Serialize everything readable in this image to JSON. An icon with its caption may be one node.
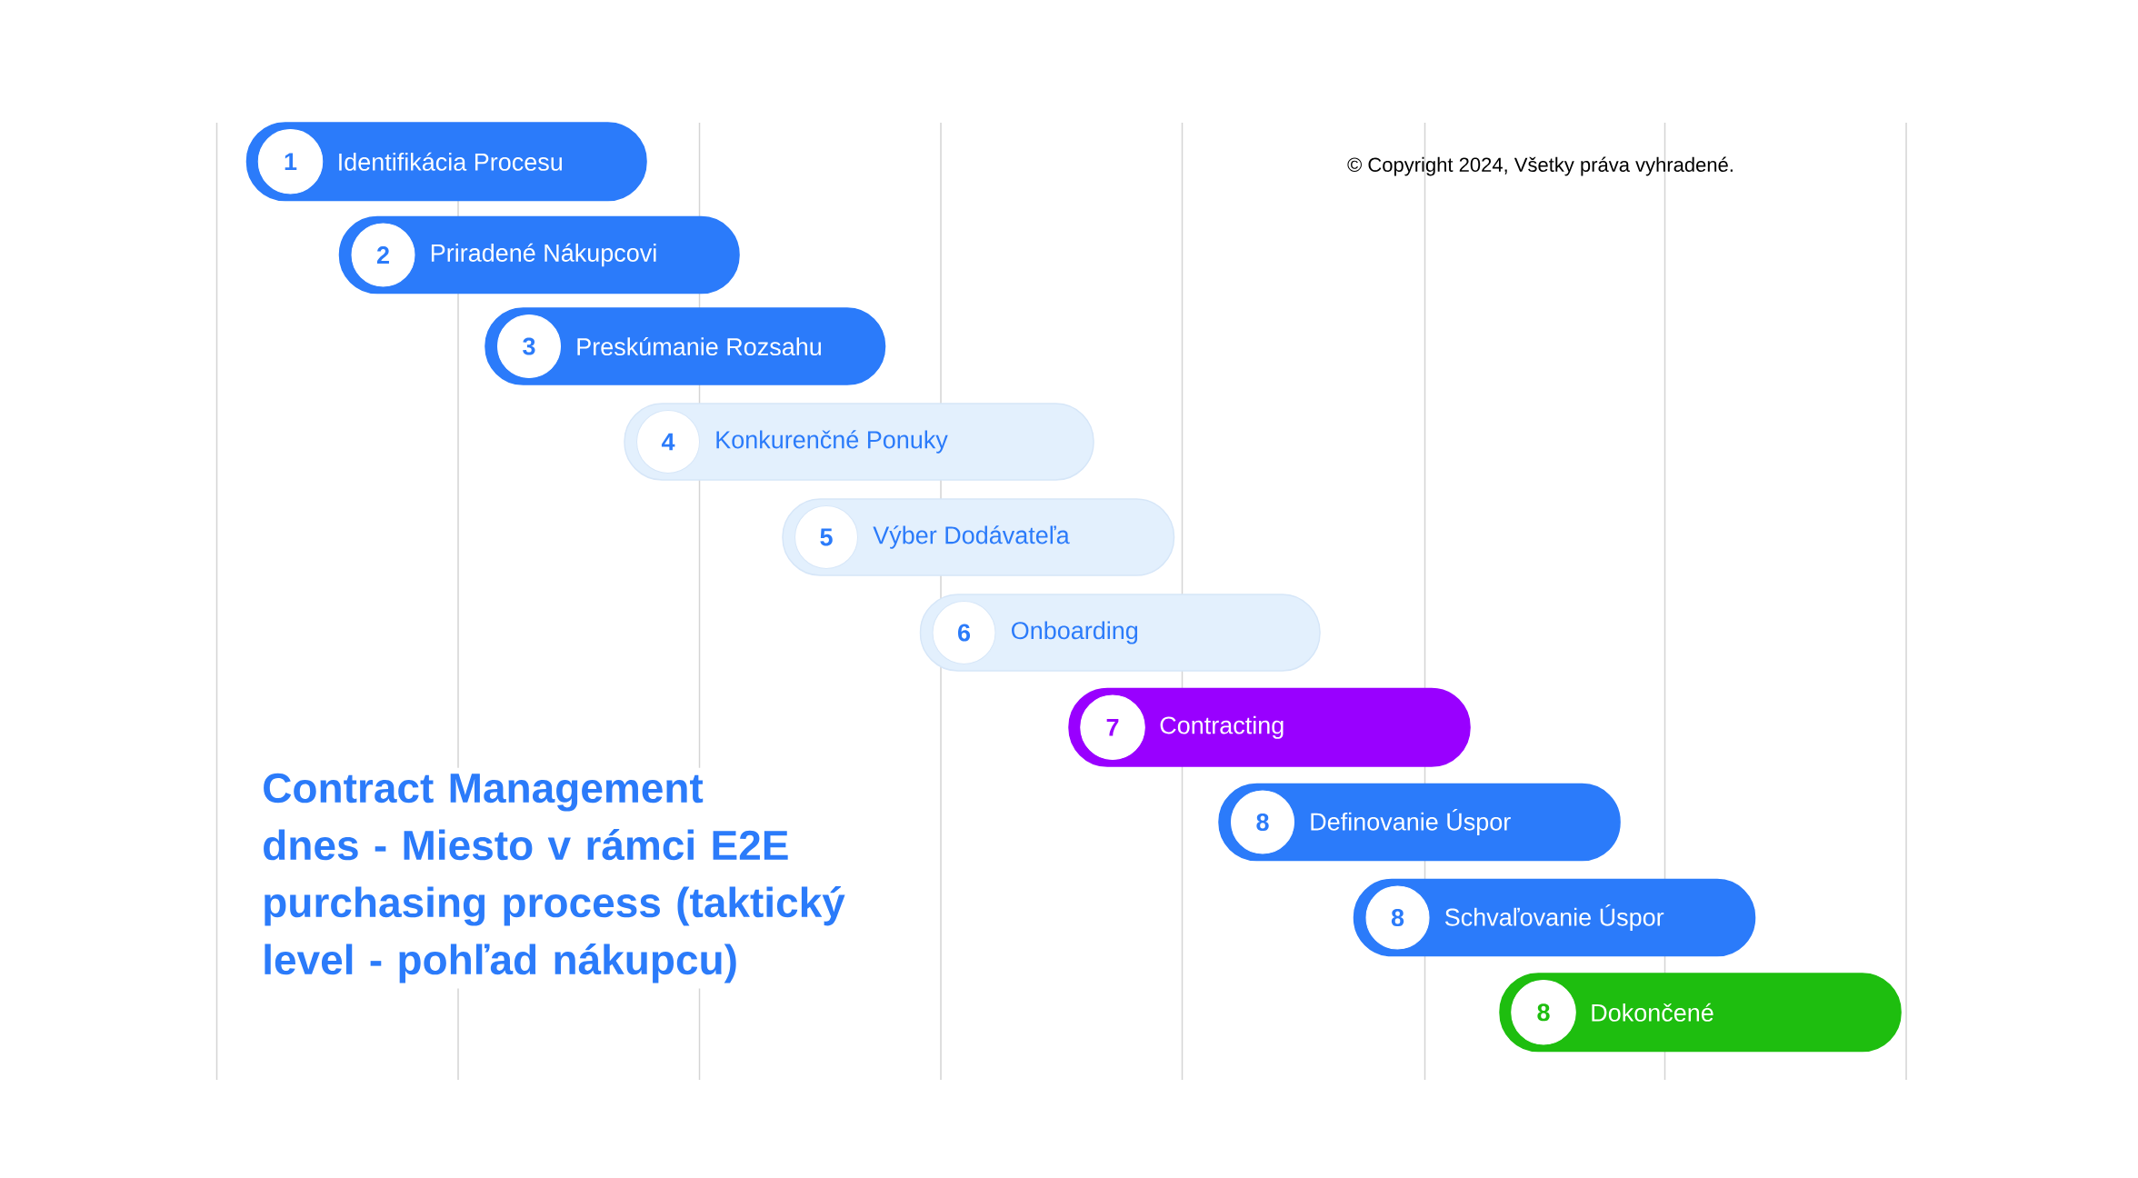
{
  "diagram": {
    "title": "Contract Management dnes - Miesto v rámci E2E purchasing process (taktický level - pohľad nákupcu)",
    "nodes": [
      {
        "text": [
          "1",
          "Identifikácia Procesu"
        ]
      },
      {
        "text": [
          "2",
          "Priradené Nákupcovi"
        ]
      },
      {
        "text": [
          "3",
          "Preskúmanie Rozsahu"
        ]
      },
      {
        "text": [
          "4",
          "Konkurenčné Ponuky"
        ]
      },
      {
        "text": [
          "5",
          "Výber Dodávateľa"
        ]
      },
      {
        "text": [
          "6",
          "Onboarding"
        ]
      },
      {
        "text": [
          "7",
          "Contracting"
        ]
      },
      {
        "text": [
          "8",
          "Definovanie Úspor"
        ]
      },
      {
        "text": [
          "8",
          "Schvaľovanie Úspor"
        ]
      },
      {
        "text": [
          "8",
          "Dokončené"
        ]
      }
    ],
    "labels": [
      "© Copyright 2024, Všetky práva vyhradené."
    ]
  }
}
